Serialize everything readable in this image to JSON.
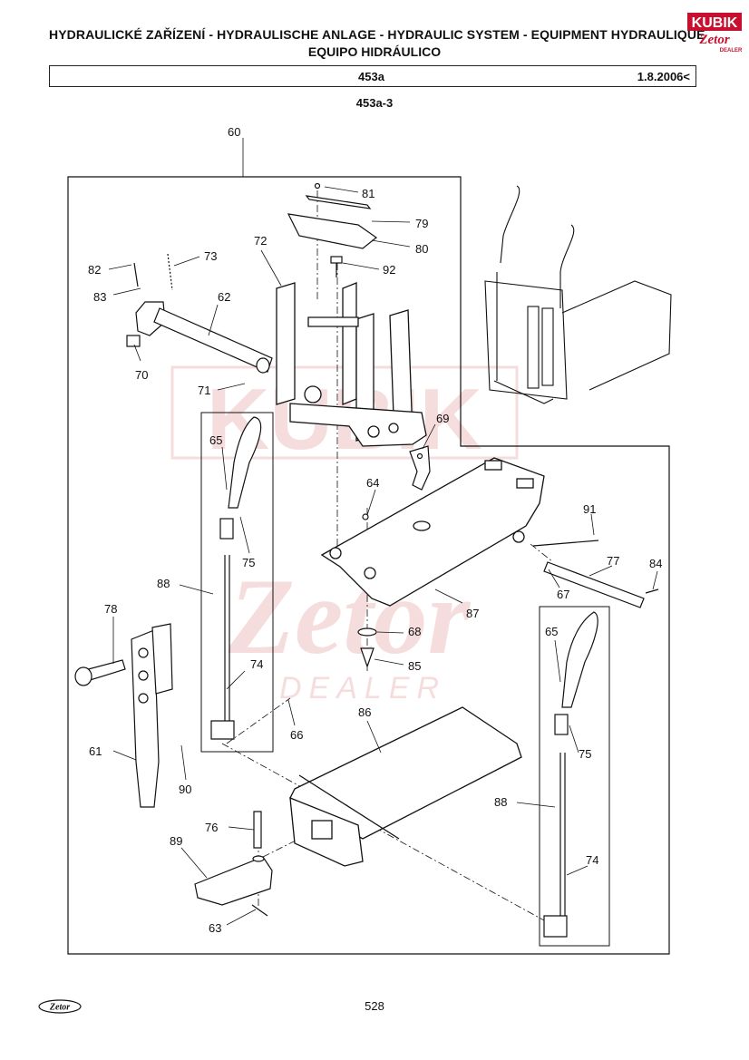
{
  "header": {
    "title_line1": "HYDRAULICKÉ ZAŘÍZENÍ - HYDRAULISCHE ANLAGE - HYDRAULIC SYSTEM - EQUIPMENT HYDRAULIQUE",
    "title_line2": "EQUIPO HIDRÁULICO",
    "section": "453a",
    "date": "1.8.2006<",
    "subtitle": "453a-3"
  },
  "logo": {
    "brand_top": "KUBIK",
    "brand_bottom": "Zetor",
    "brand_sub": "DEALER"
  },
  "watermark": {
    "line1": "KUBIK",
    "line2": "Zetor",
    "line3": "DEALER"
  },
  "callouts": [
    "60",
    "81",
    "79",
    "80",
    "92",
    "72",
    "73",
    "82",
    "83",
    "62",
    "70",
    "71",
    "69",
    "65",
    "64",
    "75",
    "88",
    "91",
    "77",
    "84",
    "67",
    "87",
    "78",
    "68",
    "85",
    "74",
    "66",
    "61",
    "86",
    "90",
    "76",
    "89",
    "63"
  ],
  "footer": {
    "brand": "Zetor",
    "page": "528"
  },
  "colors": {
    "ink": "#111111",
    "logo_red": "#c8102e",
    "watermark": "#e8a0a0"
  }
}
